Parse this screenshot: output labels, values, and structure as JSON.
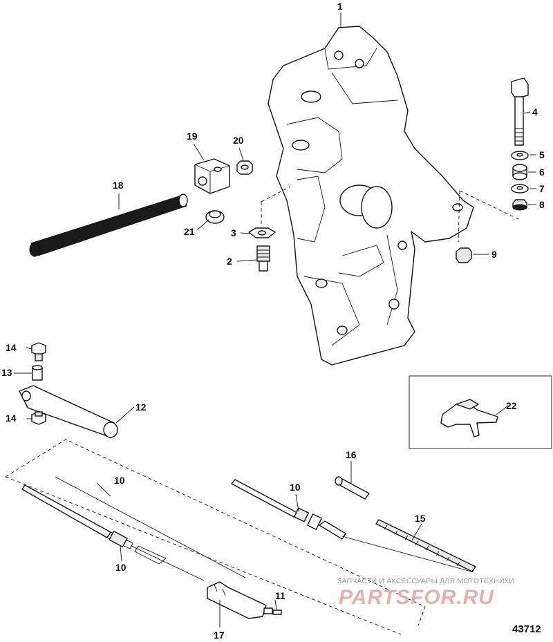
{
  "figure_number": "43712",
  "watermark": {
    "line1": "ЗАПЧАСТИ И АКСЕССУАРЫ ДЛЯ МОТОТЕХНИКИ",
    "line2": "PARTSFOR.RU"
  },
  "callouts": {
    "c1": "1",
    "c2": "2",
    "c3": "3",
    "c4": "4",
    "c5": "5",
    "c6": "6",
    "c7": "7",
    "c8": "8",
    "c9": "9",
    "c10a": "10",
    "c10b": "10",
    "c10c": "10",
    "c11": "11",
    "c12": "12",
    "c13": "13",
    "c14a": "14",
    "c14b": "14",
    "c15": "15",
    "c16": "16",
    "c17": "17",
    "c18": "18",
    "c19": "19",
    "c20": "20",
    "c21": "21",
    "c22": "22"
  },
  "colors": {
    "line": "#111111",
    "watermark_text": "#9a9a9a",
    "watermark_logo": "#e3b0b0"
  }
}
